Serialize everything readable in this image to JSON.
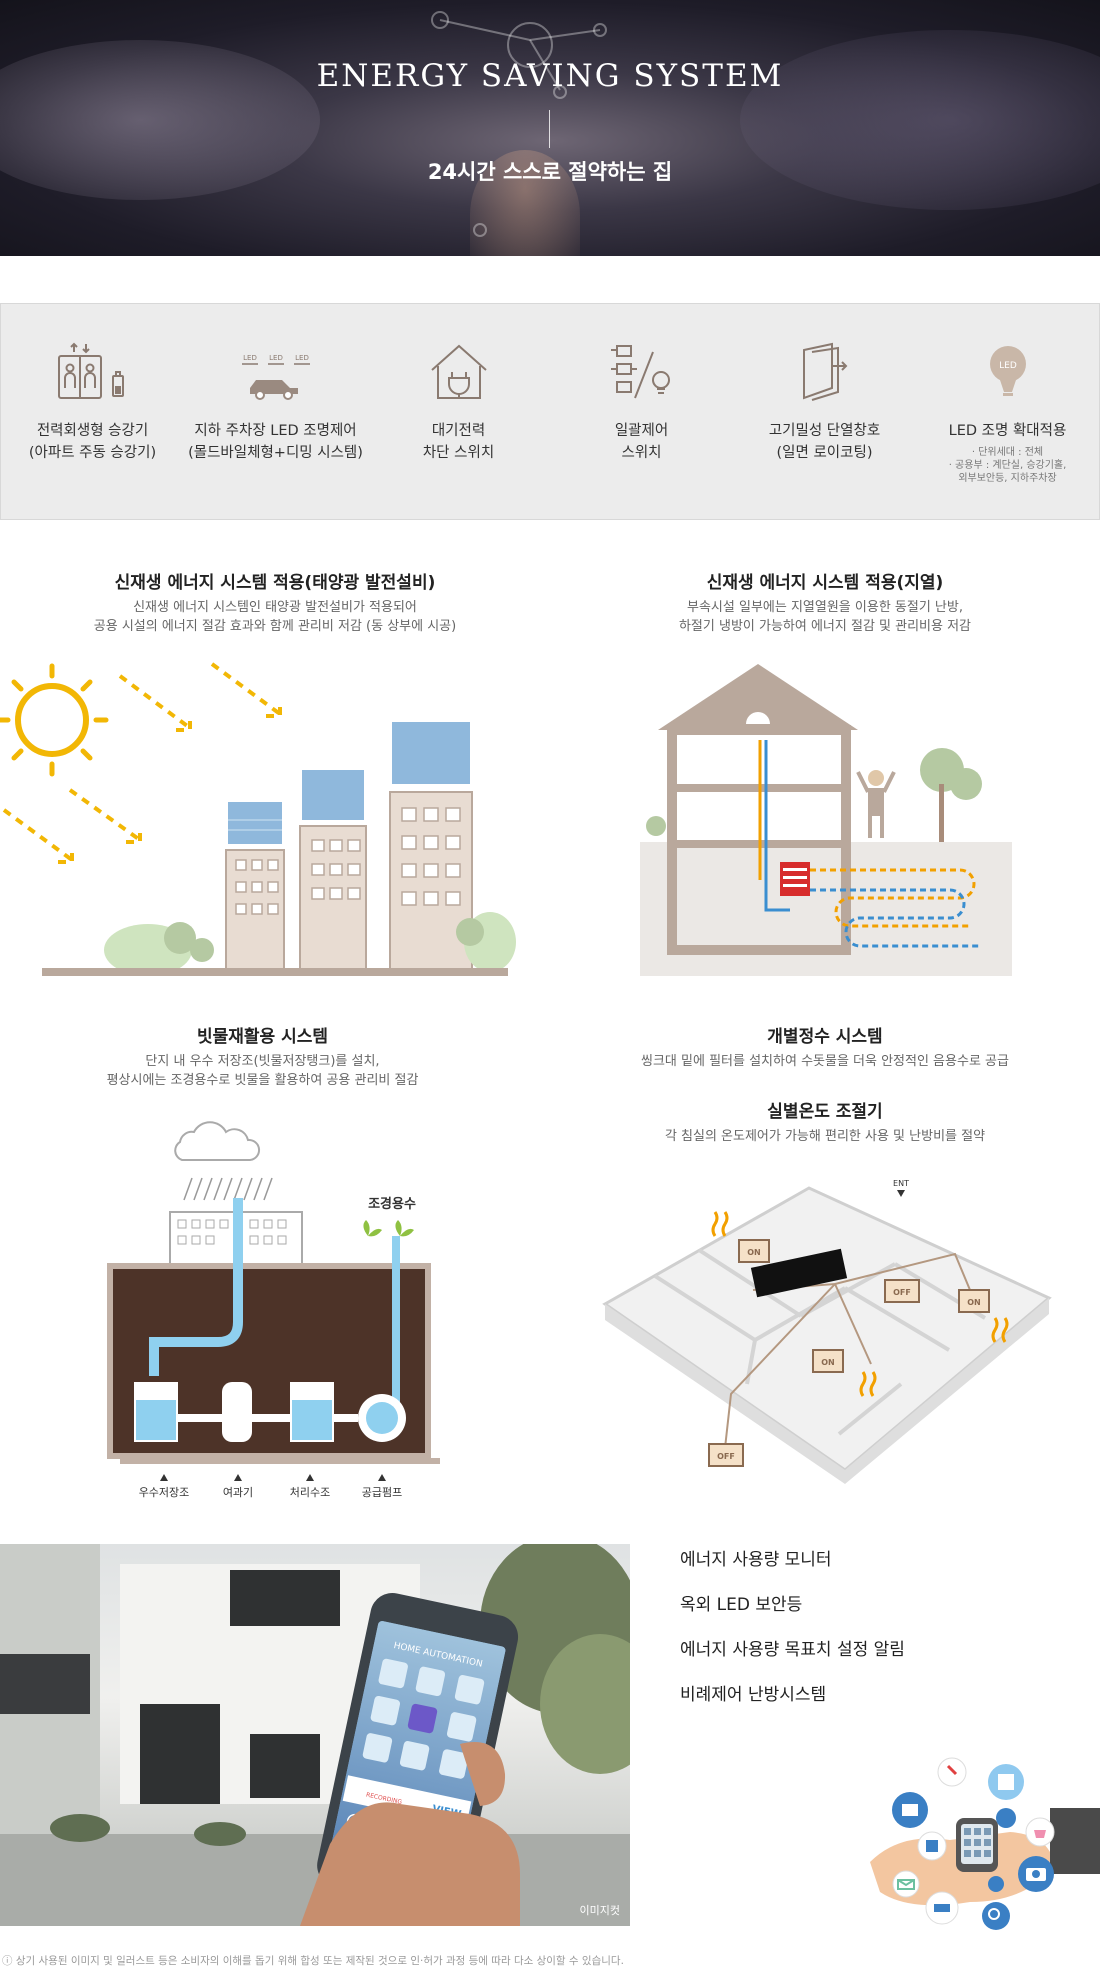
{
  "hero": {
    "title": "ENERGY SAVING SYSTEM",
    "subtitle": "24시간 스스로 절약하는 집"
  },
  "features": [
    {
      "lines": [
        "전력회생형 승강기",
        "(아파트 주동 승강기)"
      ],
      "icon": "elevator-icon"
    },
    {
      "lines": [
        "지하 주차장 LED 조명제어",
        "(몰드바일체형+디밍 시스템)"
      ],
      "icon": "led-parking-icon",
      "led": "LED"
    },
    {
      "lines": [
        "대기전력",
        "차단 스위치"
      ],
      "icon": "house-plug-icon"
    },
    {
      "lines": [
        "일괄제어",
        "스위치"
      ],
      "icon": "switch-bulb-icon"
    },
    {
      "lines": [
        "고기밀성 단열창호",
        "(일면 로이코팅)"
      ],
      "icon": "window-icon"
    },
    {
      "lines": [
        "LED 조명 확대적용"
      ],
      "icon": "led-bulb-icon",
      "led": "LED",
      "notes": [
        "· 단위세대 : 전체",
        "· 공용부 : 계단실, 승강기홀,",
        "외부보안등, 지하주차장"
      ]
    }
  ],
  "solar": {
    "title": "신재생 에너지 시스템 적용(태양광 발전설비)",
    "desc": [
      "신재생 에너지 시스템인 태양광 발전설비가 적용되어",
      "공용 시설의 에너지 절감 효과와 함께 관리비 저감 (동 상부에 시공)"
    ]
  },
  "geothermal": {
    "title": "신재생 에너지 시스템 적용(지열)",
    "desc": [
      "부속시설 일부에는 지열열원을 이용한 동절기 난방,",
      "하절기 냉방이 가능하여 에너지 절감 및 관리비용 저감"
    ]
  },
  "rainwater": {
    "title": "빗물재활용 시스템",
    "desc": [
      "단지 내 우수 저장조(빗물저장탱크)를 설치,",
      "평상시에는 조경용수로 빗물을 활용하여 공용 관리비 절감"
    ],
    "landscape_label": "조경용수",
    "labels": [
      "우수저장조",
      "여과기",
      "처리수조",
      "공급펌프"
    ]
  },
  "purifier": {
    "title": "개별정수 시스템",
    "desc": "씽크대 밑에 필터를 설치하여 수돗물을 더욱 안정적인 음용수로 공급"
  },
  "thermostat": {
    "title": "실별온도 조절기",
    "desc": "각 침실의 온도제어가 가능해 편리한 사용 및 난방비를 절약",
    "ent": "ENT",
    "tags": [
      "ON",
      "ON",
      "OFF",
      "ON",
      "OFF"
    ]
  },
  "phone": {
    "screen_title": "HOME AUTOMATION",
    "view": "VIEW",
    "recording": "RECORDING",
    "caption": "이미지컷"
  },
  "list": [
    "에너지 사용량 모니터",
    "옥외 LED 보안등",
    "에너지 사용량 목표치 설정 알림",
    "비례제어 난방시스템"
  ],
  "disclaimer": "ⓘ 상기 사용된 이미지 및 일러스트 등은 소비자의 이해를 돕기 위해 합성 또는 제작된 것으로 인·허가 과정 등에 따라 다소 상이할 수 있습니다.",
  "colors": {
    "accent_brown": "#b9a89c",
    "sun_yellow": "#f2b705",
    "water_blue": "#8fd0ef",
    "soil": "#4d3328"
  }
}
